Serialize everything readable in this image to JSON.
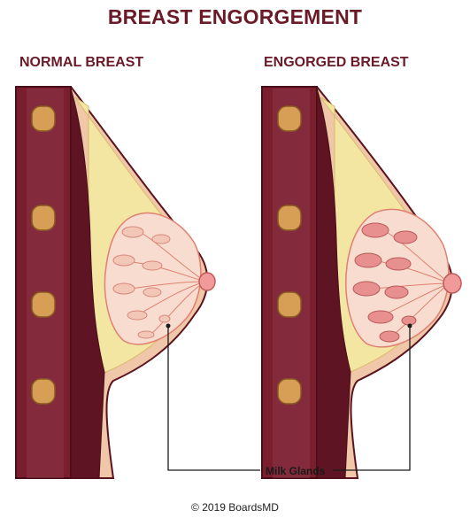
{
  "title": "BREAST ENGORGEMENT",
  "panels": [
    {
      "label": "NORMAL BREAST",
      "state": "normal"
    },
    {
      "label": "ENGORGED BREAST",
      "state": "engorged"
    }
  ],
  "callout": {
    "label": "Milk Glands"
  },
  "copyright": "© 2019 BoardsMD",
  "colors": {
    "title": "#6b1a27",
    "muscle": "#7a1e2e",
    "fat": "#f3e6a3",
    "skin": "#f0c7a8",
    "lobe_normal": "#f3c7b8",
    "lobe_engorged": "#e88f8f",
    "nipple": "#f09a9a"
  }
}
